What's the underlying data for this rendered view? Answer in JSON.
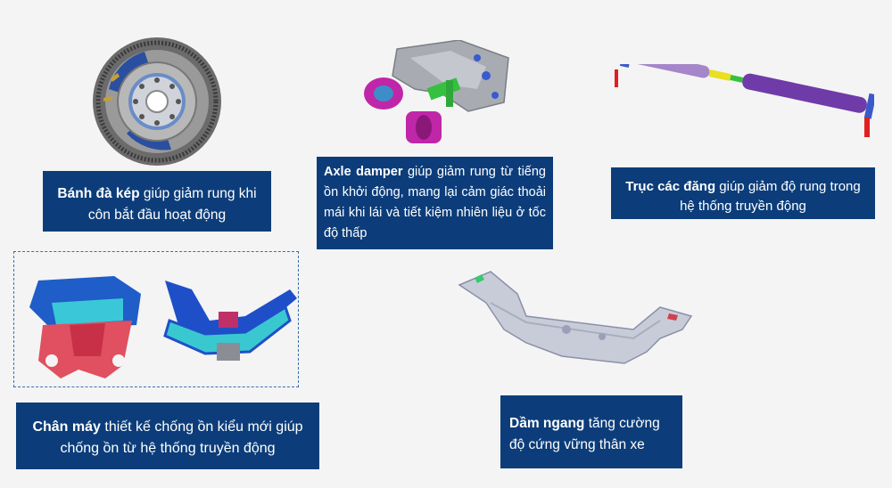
{
  "captions": {
    "flywheel": {
      "bold": "Bánh đà kép",
      "rest": " giúp giảm rung khi côn bắt đầu hoạt động"
    },
    "axle": {
      "bold": "Axle damper",
      "rest": " giúp giảm rung từ tiếng ồn khởi động, mang lại cảm giác thoải mái khi lái và tiết kiệm nhiên liệu ở tốc độ thấp"
    },
    "shaft": {
      "bold": "Trục các đăng",
      "rest": " giúp giảm độ rung trong hệ thống truyền động"
    },
    "mount": {
      "bold": "Chân máy",
      "rest": " thiết kế chống ồn kiểu mới giúp chống ồn từ hệ thống truyền động"
    },
    "crossmember": {
      "bold": "Dầm ngang",
      "rest": " tăng cường độ cứng vững thân xe"
    }
  },
  "colors": {
    "box": "#0c3d7a",
    "background": "#f4f4f4"
  }
}
